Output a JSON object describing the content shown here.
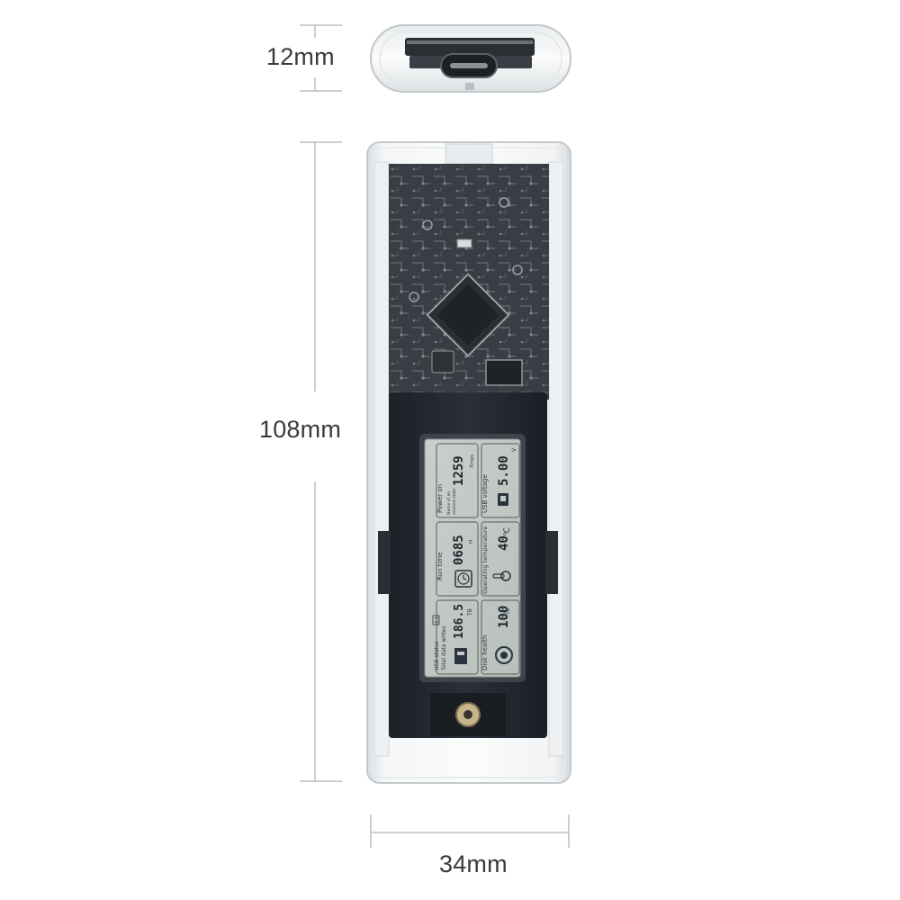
{
  "dimensions": {
    "connector_height": "12mm",
    "body_length": "108mm",
    "body_width": "34mm"
  },
  "lcd": {
    "cells": [
      {
        "label": "Power on",
        "value": "1259",
        "unit": "Times",
        "note1": "Name of an",
        "note2": "ancient state"
      },
      {
        "label": "USB voltage",
        "value": "5.00",
        "unit": "V"
      },
      {
        "label": "Run time",
        "value": "0685",
        "unit": "H"
      },
      {
        "label": "Operating temperature",
        "value": "40",
        "unit": "℃"
      },
      {
        "label": "USB status",
        "badge": "3.1",
        "sub_label": "Total data writes",
        "value": "186.5",
        "unit": "TB"
      },
      {
        "label": "Disk health",
        "value": "100",
        "unit": "%"
      }
    ]
  }
}
